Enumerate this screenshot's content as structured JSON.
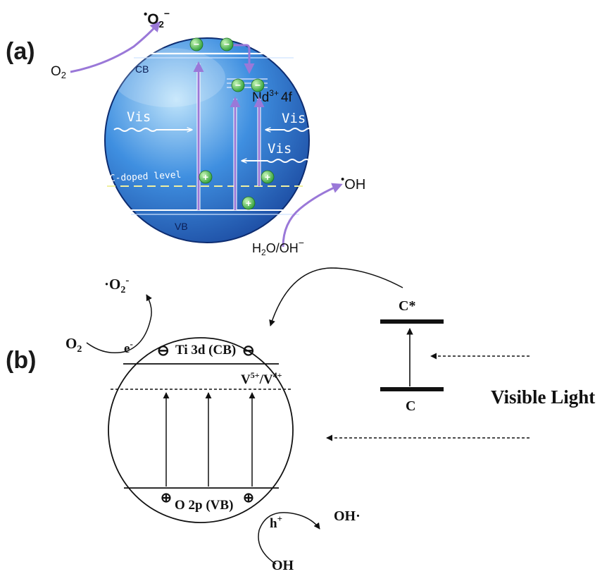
{
  "panel_a": {
    "label": "(a)",
    "cb": "CB",
    "vb": "VB",
    "nd_level": {
      "main": "Nd",
      "sup": "3+",
      "tail": "4f"
    },
    "c_doped_level": "C-doped level",
    "vis": "Vis",
    "superoxide": {
      "dot": "•",
      "base": "O",
      "sub": "2",
      "sup": "−"
    },
    "oxygen": {
      "base": "O",
      "sub": "2"
    },
    "hydroxyl_radical": {
      "dot": "•",
      "base": "OH"
    },
    "water": {
      "base": "H",
      "sub": "2",
      "tail": "O/OH",
      "sup": "−"
    },
    "electron_symbol": "−",
    "hole_symbol": "+"
  },
  "panel_b": {
    "label": "(b)",
    "superoxide": {
      "dot": "·",
      "base": "O",
      "sub": "2",
      "sup": "-"
    },
    "oxygen": {
      "base": "O",
      "sub": "2"
    },
    "electron": {
      "base": "e",
      "sup": "-"
    },
    "cb_label": "Ti 3d (CB)",
    "vb_label": "O 2p (VB)",
    "vanadium": {
      "a": "V",
      "a_sup": "5+",
      "sep": "/V",
      "b_sup": "4+"
    },
    "c_star": "C*",
    "c": "C",
    "visible_light": "Visible Light",
    "hole": {
      "base": "h",
      "sup": "+"
    },
    "oh_radical": "OH·",
    "oh": "OH",
    "minus_symbol": "⊖",
    "plus_symbol": "⊕"
  },
  "colors": {
    "sphere_light": "#bfe4fb",
    "sphere_mid": "#3f8fe0",
    "sphere_dark": "#163f96",
    "purple_arrow": "#9a78d8",
    "dashed_level": "#f0f0a0",
    "particle_green": "#3cb043"
  }
}
